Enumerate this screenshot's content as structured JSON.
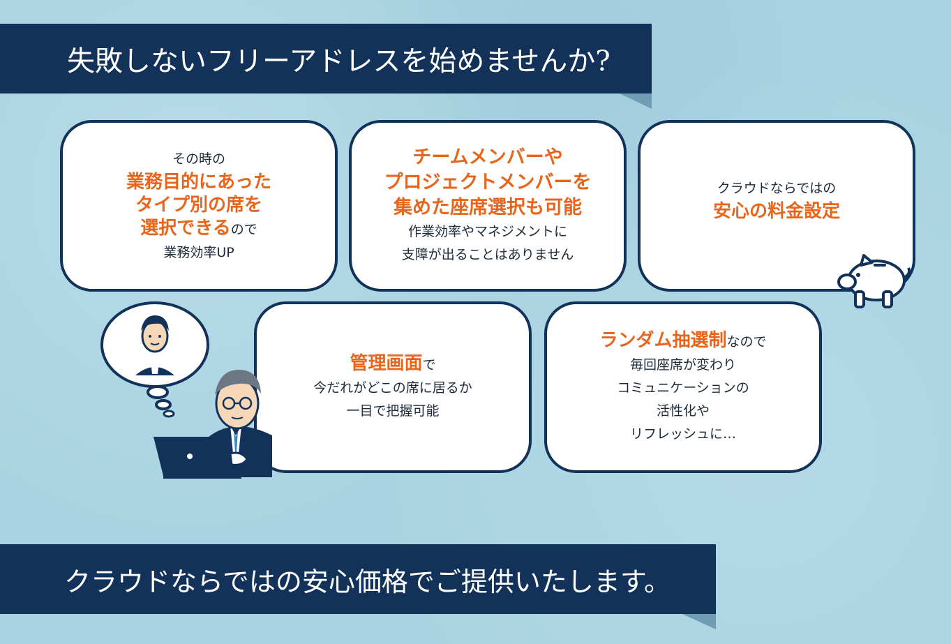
{
  "banners": {
    "top": "失敗しないフリーアドレスを始めませんか?",
    "bottom": "クラウドならではの安心価格でご提供いたします。"
  },
  "cards": {
    "c1": {
      "line1": "その時の",
      "hl1": "業務目的にあった",
      "hl2": "タイプ別の席を",
      "hl3": "選択できる",
      "suffix3": "ので",
      "line5": "業務効率UP"
    },
    "c2": {
      "hl1": "チームメンバーや",
      "hl2": "プロジェクトメンバーを",
      "hl3": "集めた座席選択も可能",
      "line4": "作業効率やマネジメントに",
      "line5": "支障が出ることはありません"
    },
    "c3": {
      "line1": "クラウドならではの",
      "hl1": "安心の料金設定"
    },
    "c4": {
      "hl1": "管理画面",
      "suffix1": "で",
      "line2": "今だれがどこの席に居るか",
      "line3": "一目で把握可能"
    },
    "c5": {
      "hl1": "ランダム抽選制",
      "suffix1": "なので",
      "line2": "毎回座席が変わり",
      "line3": "コミュニケーションの",
      "line4": "活性化や",
      "line5": "リフレッシュに…"
    }
  },
  "colors": {
    "navy": "#13325a",
    "orange": "#e8661c",
    "background": "#a9d3e2"
  },
  "icons": [
    "piggy-bank-icon",
    "thought-bubble-person-icon",
    "businessman-laptop-icon"
  ]
}
